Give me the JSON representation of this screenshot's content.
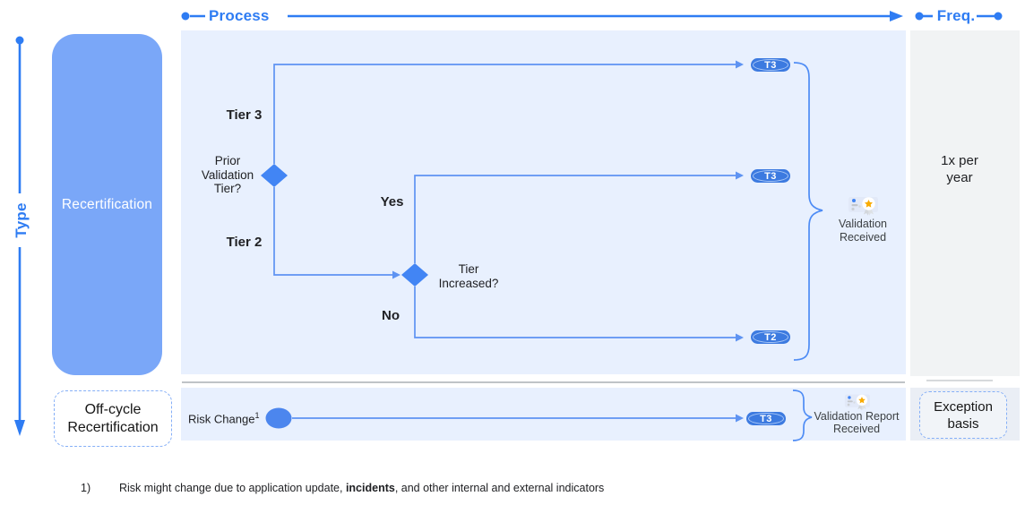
{
  "colors": {
    "axis_blue": "#2E7CF3",
    "flow_line_blue": "#5E93F2",
    "diamond_blue": "#4285F4",
    "pill_blue": "#3C7AE0",
    "node_fill_blue": "#7AA7F8",
    "panel_light_blue": "#E8F0FE",
    "panel_gray": "#F1F3F4",
    "star_yellow": "#F9AB00"
  },
  "axes": {
    "process_label": "Process",
    "freq_label": "Freq.",
    "type_label": "Type"
  },
  "type_column": {
    "recertification": "Recertification",
    "off_cycle": "Off-cycle\nRecertification"
  },
  "process_flow": {
    "tier3_label": "Tier 3",
    "tier2_label": "Tier 2",
    "prior_validation_question": "Prior\nValidation\nTier?",
    "yes_label": "Yes",
    "no_label": "No",
    "tier_increased_question": "Tier\nIncreased?",
    "pills": [
      {
        "label": "T3"
      },
      {
        "label": "T3"
      },
      {
        "label": "T2"
      }
    ],
    "validation_received": "Validation\nReceived"
  },
  "frequency": {
    "recertification": "1x per\nyear",
    "off_cycle": "Exception\nbasis"
  },
  "off_cycle_flow": {
    "risk_change_label": "Risk Change",
    "risk_change_footnote_ref": "1",
    "pill": "T3",
    "validation_report_received": "Validation Report\nReceived"
  },
  "footnote": {
    "number": "1)",
    "text_before": "Risk might change due to application update, ",
    "bold": "incidents",
    "text_after": ", and other internal and external indicators"
  }
}
